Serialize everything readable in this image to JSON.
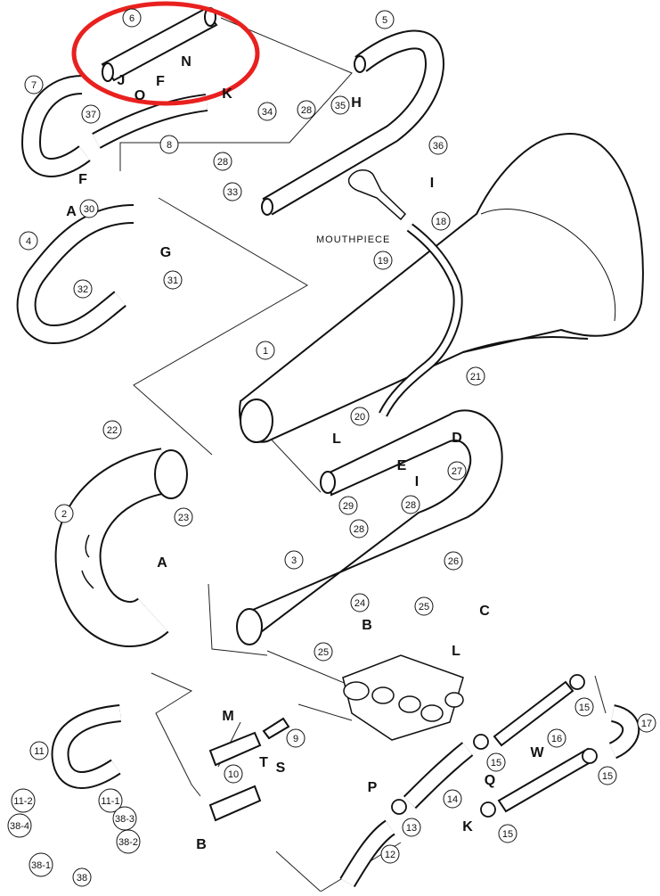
{
  "highlight_color": "#e8211f",
  "ink_color": "#111111",
  "text": {
    "mouthpiece": "MOUTHPIECE"
  },
  "parts": [
    "1",
    "2",
    "3",
    "4",
    "5",
    "6",
    "7",
    "8",
    "9",
    "10",
    "11",
    "11-1",
    "11-2",
    "12",
    "13",
    "14",
    "15",
    "16",
    "17",
    "18",
    "19",
    "20",
    "21",
    "22",
    "23",
    "24",
    "25",
    "26",
    "27",
    "28",
    "29",
    "30",
    "31",
    "32",
    "33",
    "34",
    "35",
    "36",
    "37",
    "38",
    "38-1",
    "38-2",
    "38-3",
    "38-4"
  ],
  "letters": [
    "A",
    "B",
    "C",
    "D",
    "E",
    "F",
    "G",
    "H",
    "I",
    "J",
    "K",
    "L",
    "M",
    "N",
    "O",
    "P",
    "Q",
    "S",
    "T",
    "W"
  ]
}
